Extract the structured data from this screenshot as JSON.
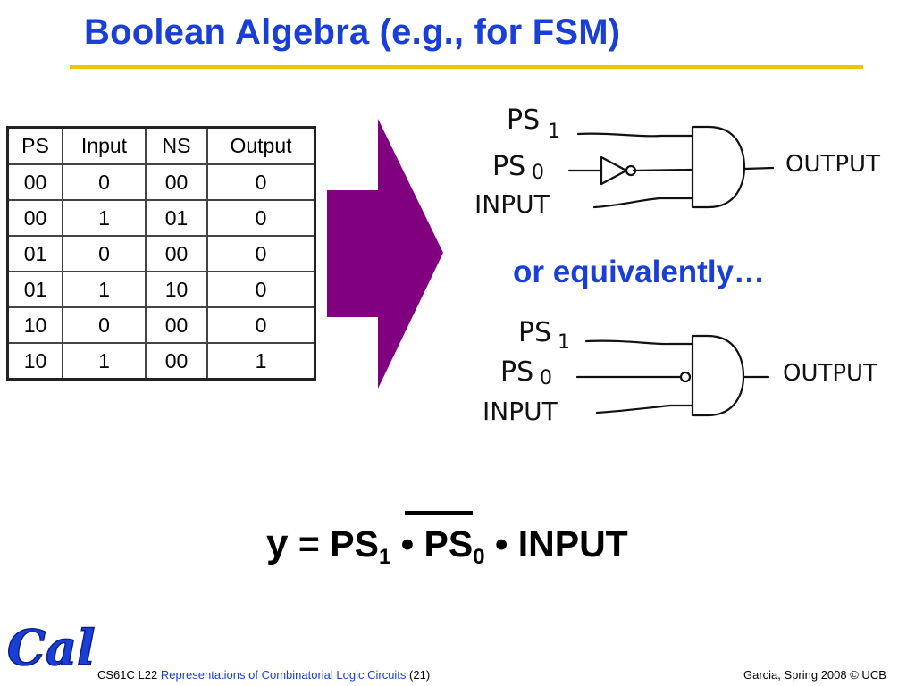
{
  "slide": {
    "title": "Boolean Algebra (e.g., for FSM)",
    "equivalently": "or equivalently…"
  },
  "truth_table": {
    "headers": [
      "PS",
      "Input",
      "NS",
      "Output"
    ],
    "rows": [
      [
        "00",
        "0",
        "00",
        "0"
      ],
      [
        "00",
        "1",
        "01",
        "0"
      ],
      [
        "01",
        "0",
        "00",
        "0"
      ],
      [
        "01",
        "1",
        "10",
        "0"
      ],
      [
        "10",
        "0",
        "00",
        "0"
      ],
      [
        "10",
        "1",
        "00",
        "1"
      ]
    ]
  },
  "circuits": {
    "top": {
      "inputs": [
        {
          "name": "PS",
          "sub": "1"
        },
        {
          "name": "PS",
          "sub": "0"
        },
        {
          "name": "INPUT",
          "sub": ""
        }
      ],
      "output": "OUTPUT"
    },
    "bottom": {
      "inputs": [
        {
          "name": "PS",
          "sub": "1"
        },
        {
          "name": "PS",
          "sub": "0"
        },
        {
          "name": "INPUT",
          "sub": ""
        }
      ],
      "output": "OUTPUT"
    }
  },
  "equation": {
    "lhs": "y",
    "eq": "=",
    "t1": "PS",
    "t1_sub": "1",
    "op1": "•",
    "t2": "PS",
    "t2_sub": "0",
    "op2": "•",
    "t3": "INPUT"
  },
  "footer": {
    "logo_text": "Cal",
    "course": "CS61C L22",
    "lecture_title": "Representations of Combinatorial Logic Circuits",
    "page": "(21)",
    "credit": "Garcia, Spring 2008 © UCB"
  },
  "colors": {
    "title": "#1a3fd6",
    "rule": "#f2c200",
    "arrow": "#800080",
    "logo": "#1a3fd6"
  }
}
